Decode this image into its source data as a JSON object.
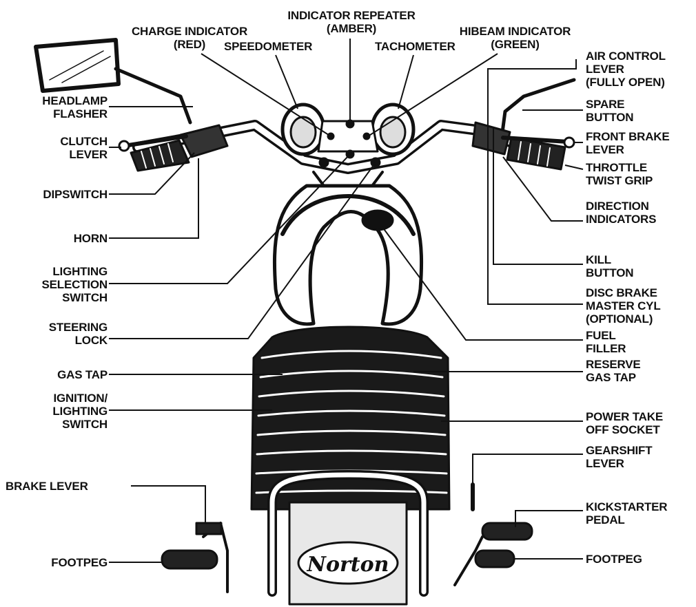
{
  "labels": {
    "indicator_repeater": [
      "INDICATOR REPEATER",
      "(AMBER)"
    ],
    "charge_indicator": [
      "CHARGE INDICATOR",
      "(RED)"
    ],
    "speedometer": [
      "SPEEDOMETER"
    ],
    "tachometer": [
      "TACHOMETER"
    ],
    "hibeam_indicator": [
      "HIBEAM INDICATOR",
      "(GREEN)"
    ],
    "air_control_lever": [
      "AIR CONTROL",
      "LEVER",
      "(FULLY OPEN)"
    ],
    "headlamp_flasher": [
      "HEADLAMP",
      "FLASHER"
    ],
    "spare_button": [
      "SPARE",
      "BUTTON"
    ],
    "clutch_lever": [
      "CLUTCH",
      "LEVER"
    ],
    "front_brake_lever": [
      "FRONT BRAKE",
      "LEVER"
    ],
    "throttle_twist_grip": [
      "THROTTLE",
      "TWIST GRIP"
    ],
    "dipswitch": [
      "DIPSWITCH"
    ],
    "direction_indicators": [
      "DIRECTION",
      "INDICATORS"
    ],
    "horn": [
      "HORN"
    ],
    "kill_button": [
      "KILL",
      "BUTTON"
    ],
    "lighting_selection_switch": [
      "LIGHTING",
      "SELECTION",
      "SWITCH"
    ],
    "disc_brake_master_cyl": [
      "DISC BRAKE",
      "MASTER CYL",
      "(OPTIONAL)"
    ],
    "steering_lock": [
      "STEERING",
      "LOCK"
    ],
    "fuel_filler": [
      "FUEL",
      "FILLER"
    ],
    "gas_tap": [
      "GAS TAP"
    ],
    "reserve_gas_tap": [
      "RESERVE",
      "GAS TAP"
    ],
    "ignition_lighting_switch": [
      "IGNITION/",
      "LIGHTING",
      "SWITCH"
    ],
    "power_take_off_socket": [
      "POWER TAKE",
      "OFF SOCKET"
    ],
    "gearshift_lever": [
      "GEARSHIFT",
      "LEVER"
    ],
    "brake_lever": [
      "BRAKE LEVER"
    ],
    "kickstarter_pedal": [
      "KICKSTARTER",
      "PEDAL"
    ],
    "footpeg_left": [
      "FOOTPEG"
    ],
    "footpeg_right": [
      "FOOTPEG"
    ]
  },
  "brand": "Norton",
  "colors": {
    "ink": "#111111",
    "paper": "#ffffff"
  }
}
